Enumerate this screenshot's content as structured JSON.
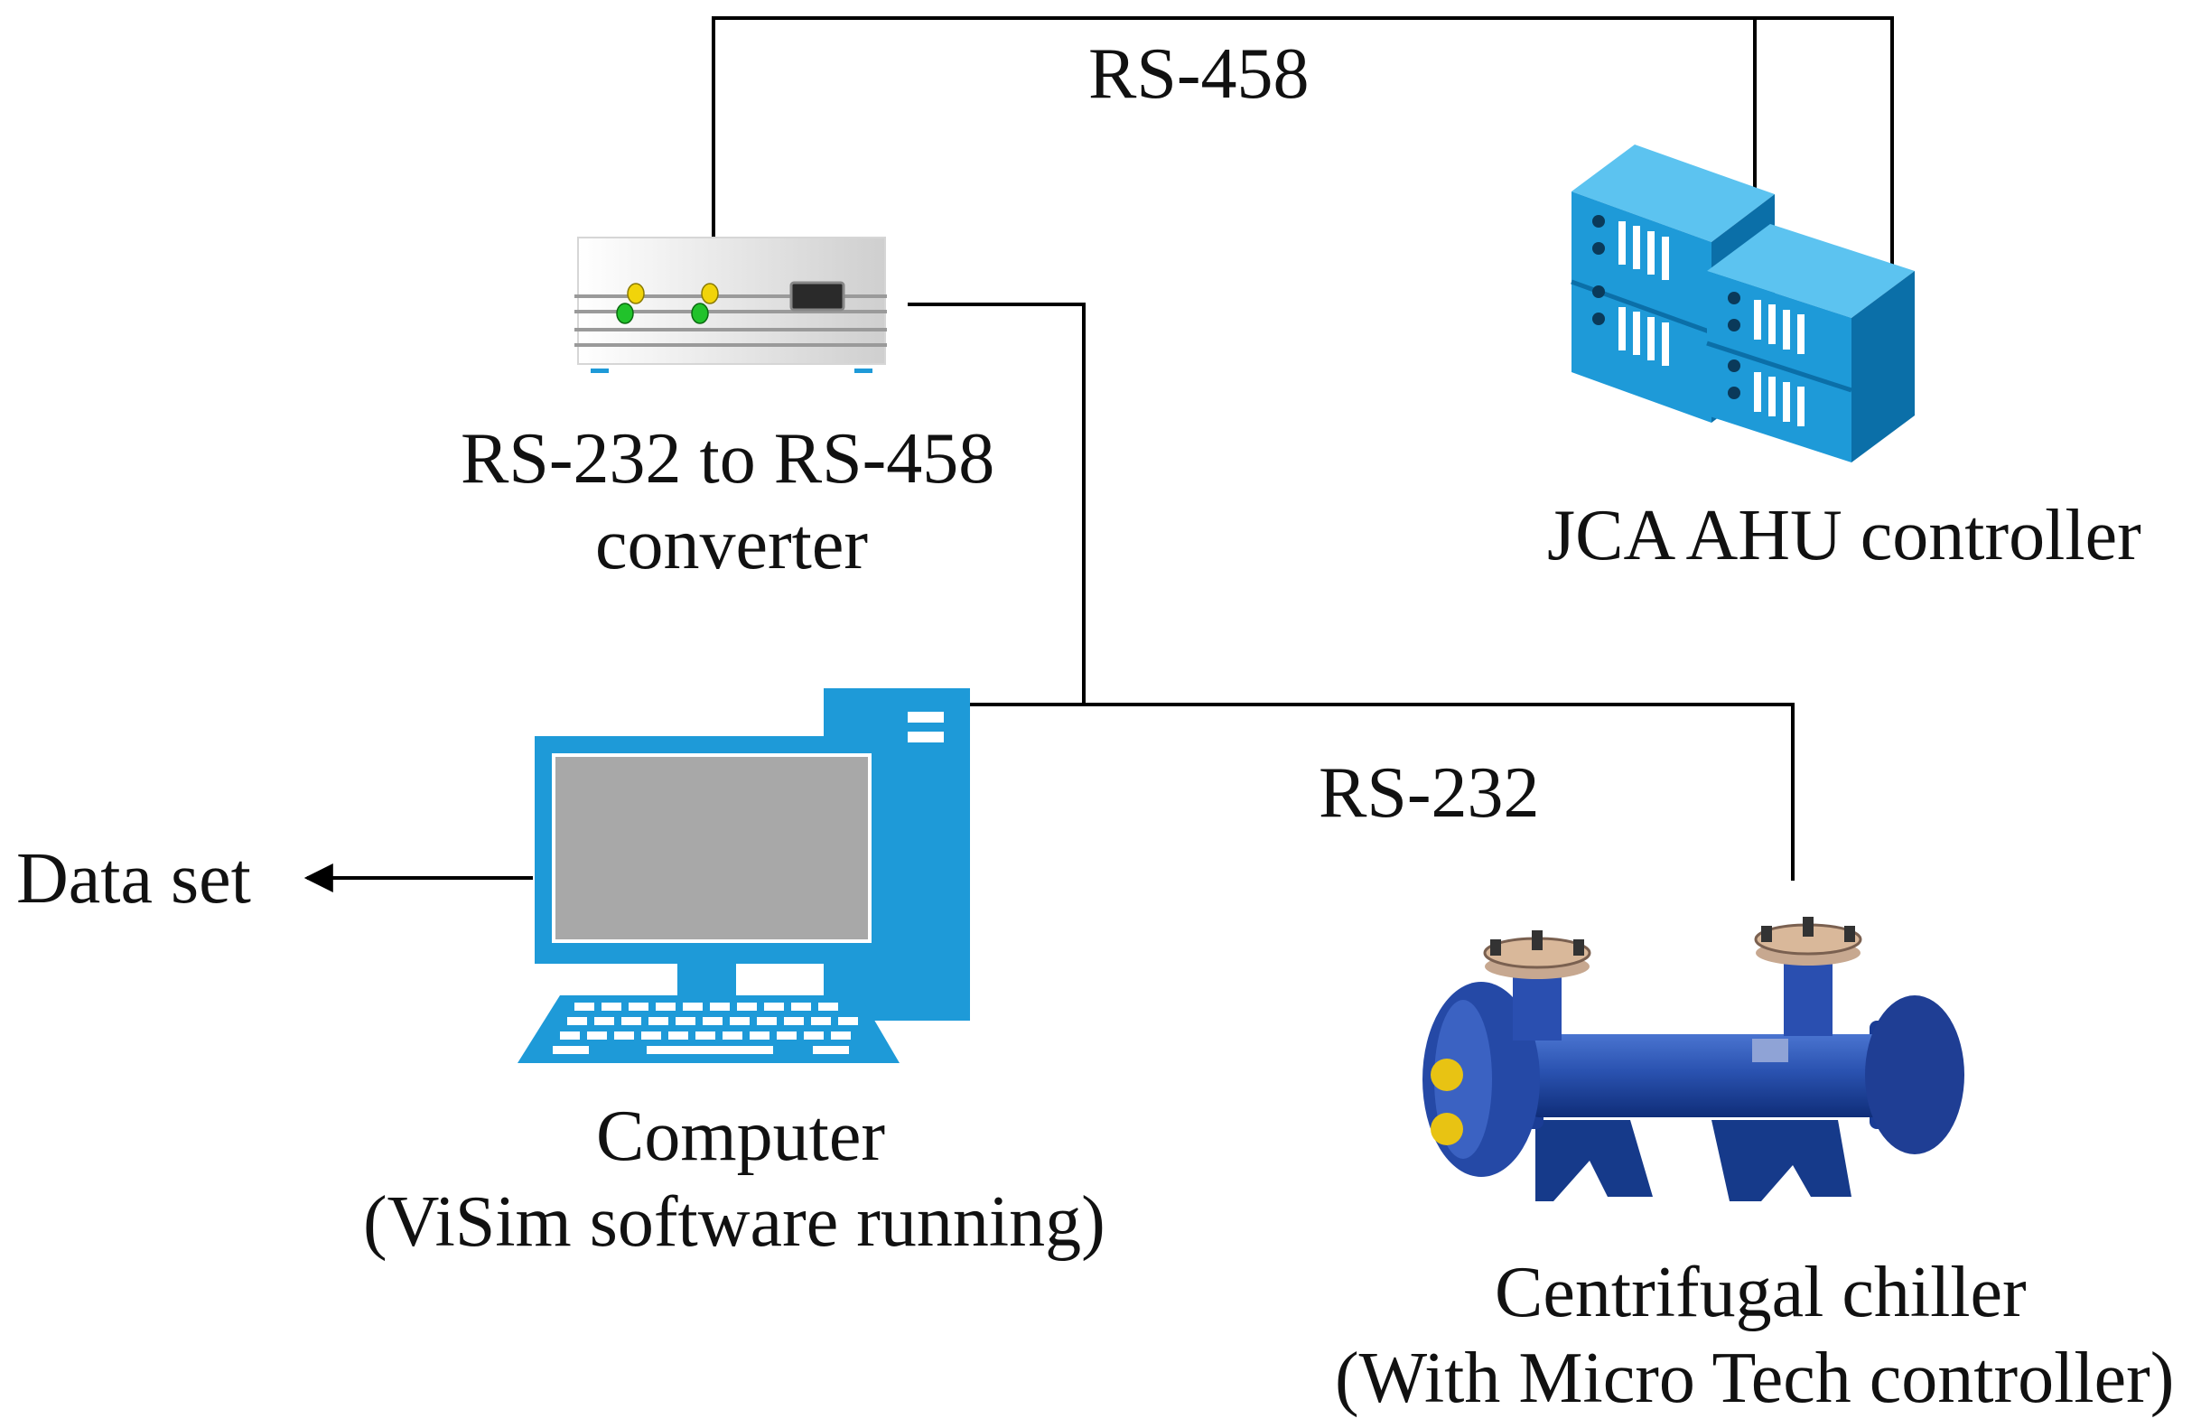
{
  "labels": {
    "rs458_bus": "RS-458",
    "rs232_bus": "RS-232",
    "converter_line1": "RS-232 to RS-458",
    "converter_line2": "converter",
    "ahu": "JCA AHU controller",
    "computer_line1": "Computer",
    "computer_line2": "(ViSim software running)",
    "chiller_line1": "Centrifugal chiller",
    "chiller_line2": "(With Micro Tech controller)",
    "dataset": "Data set"
  },
  "icons": {
    "converter": "network-converter-icon",
    "ahu": "server-rack-icon",
    "computer": "desktop-computer-icon",
    "chiller": "heat-exchanger-icon"
  },
  "colors": {
    "device_blue": "#1e9ad8",
    "device_blue_dark": "#0b6fa8",
    "screen_gray": "#a8a8a8",
    "chiller_blue": "#1f47a3",
    "line": "#000000"
  }
}
